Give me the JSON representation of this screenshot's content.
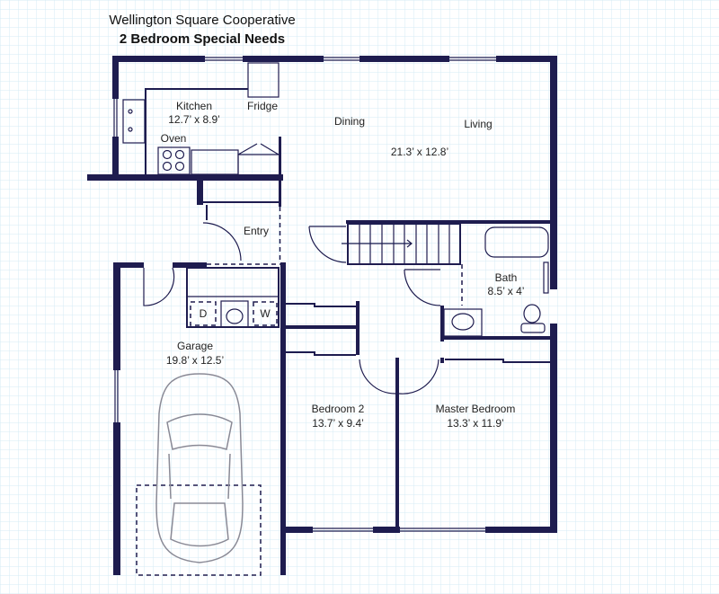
{
  "title": "Wellington Square Cooperative",
  "subtitle": "2 Bedroom Special Needs",
  "rooms": {
    "kitchen": {
      "name": "Kitchen",
      "size": "12.7’ x 8.9’"
    },
    "fridge": "Fridge",
    "oven": "Oven",
    "dining": "Dining",
    "living": {
      "name": "Living",
      "size": "21.3’ x 12.8’"
    },
    "entry": "Entry",
    "bath": {
      "name": "Bath",
      "size": "8.5’ x 4’"
    },
    "garage": {
      "name": "Garage",
      "size": "19.8’ x 12.5’"
    },
    "dryer": "D",
    "washer": "W",
    "bedroom2": {
      "name": "Bedroom 2",
      "size": "13.7’ x 9.4’"
    },
    "master": {
      "name": "Master Bedroom",
      "size": "13.3’ x 11.9’"
    }
  },
  "colors": {
    "wall": "#1e1c4f",
    "grid": "#dbeef6"
  }
}
